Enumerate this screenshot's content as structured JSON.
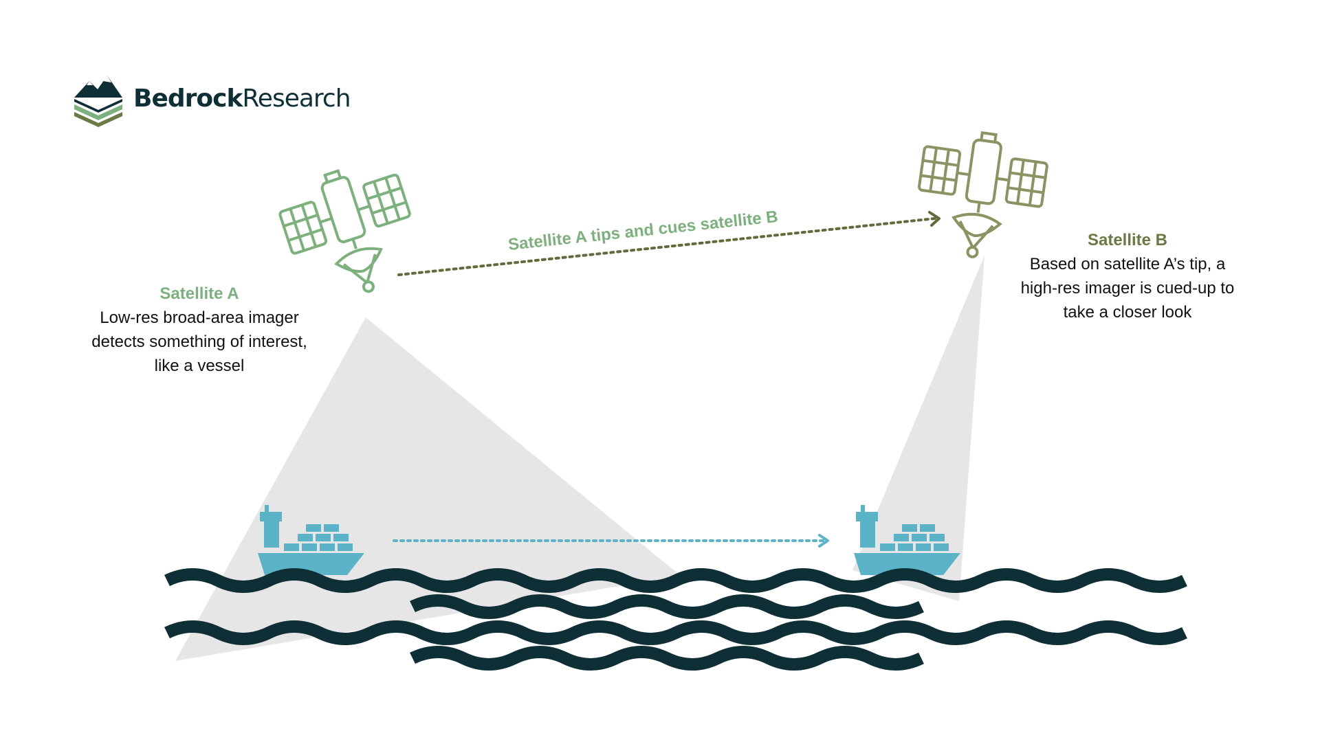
{
  "brand": {
    "name_bold": "Bedrock",
    "name_light": "Research",
    "logo_icon": "mountain-strata-logo",
    "colors": {
      "dark": "#0f2f37",
      "light_green": "#7cb07c",
      "olive": "#6b7a44"
    }
  },
  "satellite_a": {
    "title": "Satellite A",
    "lines": [
      "Low-res broad-area imager",
      "detects something of interest,",
      "like a vessel"
    ],
    "icon": "satellite-icon",
    "color": "#7cb07c"
  },
  "satellite_b": {
    "title": "Satellite B",
    "lines": [
      "Based on satellite A’s tip, a",
      "high-res imager is cued-up to",
      "take a closer look"
    ],
    "icon": "satellite-icon",
    "color": "#6b7a44"
  },
  "tip_cue": {
    "label": "Satellite A tips and cues satellite B",
    "color": "#7cb07c",
    "arrow_color": "#5f6b3a"
  },
  "vessel": {
    "icon": "cargo-ship-icon",
    "color": "#5ab3c6",
    "movement_arrow_color": "#5ab3c6"
  },
  "sea": {
    "icon": "wave-icon",
    "color": "#0f2f37"
  },
  "beam": {
    "color": "#e6e6e6"
  }
}
